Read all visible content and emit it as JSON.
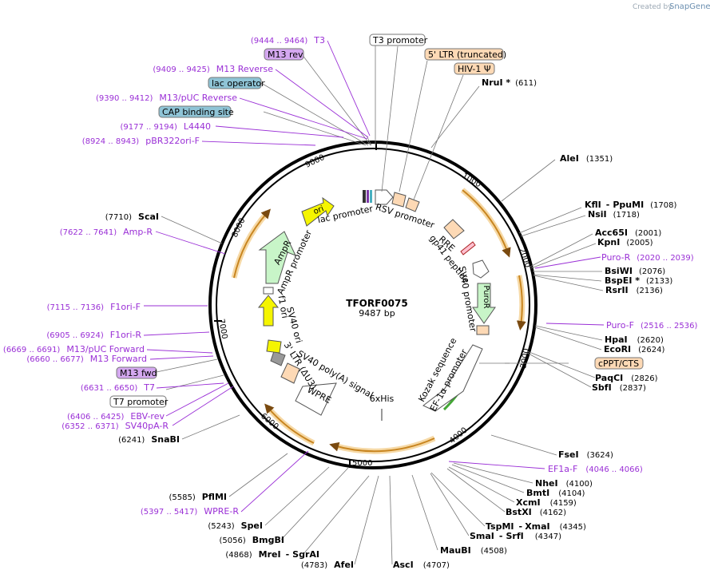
{
  "app": {
    "brand_prefix": "Created by",
    "brand_name": "SnapGene"
  },
  "plasmid": {
    "name": "TFORF0075",
    "length_label": "9487 bp"
  },
  "ticks": [
    "1000",
    "2000",
    "3000",
    "4000",
    "5000",
    "6000",
    "7000",
    "8000",
    "9000"
  ],
  "features": [
    "lac promoter",
    "RSV promoter",
    "RRE",
    "gp41 peptide",
    "SV40 promoter",
    "PuroR",
    "Kozak sequence",
    "EF-1α promoter",
    "6xHis",
    "WPRE",
    "3' LTR (ΔU3)",
    "SV40 poly(A) signal",
    "SV40 ori",
    "f1 ori",
    "AmpR promoter",
    "AmpR",
    "ori"
  ],
  "boxed_labels": [
    "T3 promoter",
    "5' LTR (truncated)",
    "HIV-1 Ψ",
    "M13 rev",
    "lac operator",
    "CAP binding site",
    "cPPT/CTS",
    "M13 fwd",
    "T7 promoter"
  ],
  "right_sites": [
    {
      "name": "NruI *",
      "pos": "(611)"
    },
    {
      "name": "AleI",
      "pos": "(1351)"
    },
    {
      "name": "KflI",
      "sep": "-",
      "name2": "PpuMI",
      "pos": "(1708)"
    },
    {
      "name": "NsiI",
      "pos": "(1718)"
    },
    {
      "name": "Acc65I",
      "pos": "(2001)"
    },
    {
      "name": "KpnI",
      "pos": "(2005)"
    },
    {
      "name": "BsiWI",
      "pos": "(2076)"
    },
    {
      "name": "BspEI *",
      "pos": "(2133)"
    },
    {
      "name": "RsrII",
      "pos": "(2136)"
    },
    {
      "name": "HpaI",
      "pos": "(2620)"
    },
    {
      "name": "EcoRI",
      "pos": "(2624)"
    },
    {
      "name": "PaqCI",
      "pos": "(2826)"
    },
    {
      "name": "SbfI",
      "pos": "(2837)"
    },
    {
      "name": "FseI",
      "pos": "(3624)"
    },
    {
      "name": "NheI",
      "pos": "(4100)"
    },
    {
      "name": "BmtI",
      "pos": "(4104)"
    },
    {
      "name": "XcmI",
      "pos": "(4159)"
    },
    {
      "name": "BstXI",
      "pos": "(4162)"
    },
    {
      "name": "TspMI",
      "sep": "-",
      "name2": "XmaI",
      "pos": "(4345)"
    },
    {
      "name": "SmaI",
      "sep": "-",
      "name2": "SrfI",
      "pos": "(4347)"
    },
    {
      "name": "MauBI",
      "pos": "(4508)"
    },
    {
      "name": "AscI",
      "pos": "(4707)"
    },
    {
      "name": "AfeI",
      "pos": "(4783)"
    }
  ],
  "right_primers": [
    {
      "name": "Puro-R",
      "pos": "(2020 .. 2039)"
    },
    {
      "name": "Puro-F",
      "pos": "(2516 .. 2536)"
    },
    {
      "name": "EF1a-F",
      "pos": "(4046 .. 4066)"
    }
  ],
  "left_sites": [
    {
      "name": "ScaI",
      "pos": "(7710)"
    },
    {
      "name": "SnaBI",
      "pos": "(6241)"
    },
    {
      "name": "PflMI",
      "pos": "(5585)"
    },
    {
      "name": "SpeI",
      "pos": "(5243)"
    },
    {
      "name": "BmgBI",
      "pos": "(5056)"
    },
    {
      "name": "MreI",
      "sep": "-",
      "name2": "SgrAI",
      "pos": "(4868)"
    }
  ],
  "left_primers": [
    {
      "name": "T3",
      "pos": "(9444 .. 9464)"
    },
    {
      "name": "M13 Reverse",
      "pos": "(9409 .. 9425)"
    },
    {
      "name": "M13/pUC Reverse",
      "pos": "(9390 .. 9412)"
    },
    {
      "name": "L4440",
      "pos": "(9177 .. 9194)"
    },
    {
      "name": "pBR322ori-F",
      "pos": "(8924 .. 8943)"
    },
    {
      "name": "Amp-R",
      "pos": "(7622 .. 7641)"
    },
    {
      "name": "F1ori-F",
      "pos": "(7115 .. 7136)"
    },
    {
      "name": "F1ori-R",
      "pos": "(6905 .. 6924)"
    },
    {
      "name": "M13/pUC Forward",
      "pos": "(6669 .. 6691)"
    },
    {
      "name": "M13 Forward",
      "pos": "(6660 .. 6677)"
    },
    {
      "name": "T7",
      "pos": "(6631 .. 6650)"
    },
    {
      "name": "EBV-rev",
      "pos": "(6406 .. 6425)"
    },
    {
      "name": "SV40pA-R",
      "pos": "(6352 .. 6371)"
    },
    {
      "name": "WPRE-R",
      "pos": "(5397 .. 5417)"
    }
  ],
  "colors": {
    "backbone": "#000000",
    "orf_orange": "#e8a33d",
    "primer_purple": "#9a2fd6",
    "ori_yellow": "#f5f500",
    "puro_green": "#c8f5c8",
    "ltr_peach": "#fdd9b5",
    "lac_blue": "#8fc4d6",
    "m13_violet": "#d4a8f0"
  }
}
